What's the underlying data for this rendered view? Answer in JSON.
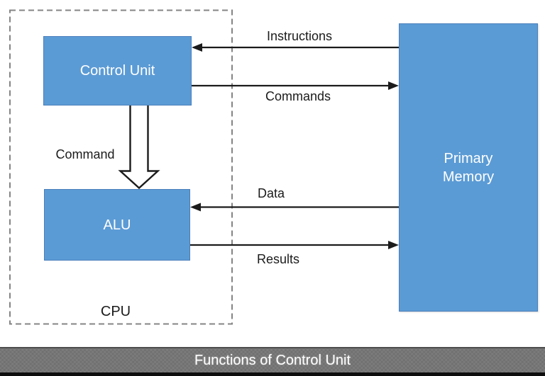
{
  "diagram": {
    "cpu_group": {
      "label": "CPU"
    },
    "boxes": {
      "control_unit": {
        "label": "Control Unit"
      },
      "alu": {
        "label": "ALU"
      },
      "primary_memory": {
        "label": "Primary Memory"
      }
    },
    "arrows": {
      "instructions": {
        "label": "Instructions",
        "from": "Primary Memory",
        "to": "Control Unit"
      },
      "commands": {
        "label": "Commands",
        "from": "Control Unit",
        "to": "Primary Memory"
      },
      "data": {
        "label": "Data",
        "from": "Primary Memory",
        "to": "ALU"
      },
      "results": {
        "label": "Results",
        "from": "ALU",
        "to": "Primary Memory"
      },
      "command": {
        "label": "Command",
        "from": "Control Unit",
        "to": "ALU"
      }
    },
    "colors": {
      "box_fill": "#5b9bd5",
      "box_border": "#4a7ebb",
      "box_text": "#ffffff",
      "arrow_line": "#1b1b1b",
      "label_text": "#1b1b1b",
      "dashed_border": "#848484",
      "footer_background": "#767676",
      "footer_top_border": "#4d4d4d",
      "footer_text": "#ffffff",
      "bottom_strip": "#0e0e0e",
      "background": "#ffffff"
    }
  },
  "footer": {
    "title": "Functions of Control Unit"
  }
}
